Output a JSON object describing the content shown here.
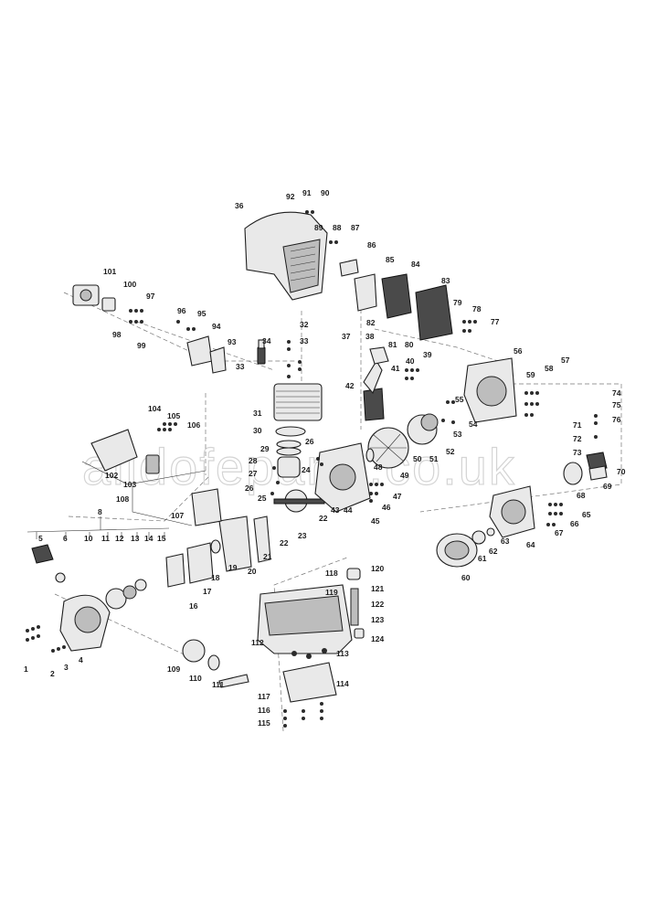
{
  "watermark": "alldofeparts.co.uk",
  "labels": [
    "1",
    "2",
    "3",
    "4",
    "5",
    "6",
    "8",
    "10",
    "11",
    "12",
    "13",
    "14",
    "15",
    "16",
    "17",
    "18",
    "19",
    "20",
    "21",
    "22",
    "22",
    "23",
    "24",
    "25",
    "26",
    "26",
    "27",
    "28",
    "29",
    "30",
    "31",
    "32",
    "33",
    "33",
    "34",
    "36",
    "37",
    "38",
    "39",
    "40",
    "41",
    "42",
    "43",
    "44",
    "45",
    "46",
    "47",
    "48",
    "49",
    "50",
    "51",
    "52",
    "53",
    "54",
    "55",
    "56",
    "57",
    "58",
    "59",
    "60",
    "61",
    "62",
    "63",
    "64",
    "65",
    "66",
    "67",
    "68",
    "69",
    "70",
    "71",
    "72",
    "73",
    "74",
    "75",
    "76",
    "77",
    "78",
    "79",
    "80",
    "81",
    "82",
    "83",
    "84",
    "85",
    "86",
    "87",
    "88",
    "89",
    "90",
    "91",
    "92",
    "93",
    "94",
    "95",
    "96",
    "97",
    "98",
    "99",
    "100",
    "101",
    "102",
    "103",
    "104",
    "105",
    "106",
    "107",
    "108",
    "109",
    "110",
    "111",
    "112",
    "113",
    "114",
    "115",
    "116",
    "117",
    "118",
    "119",
    "120",
    "121",
    "122",
    "123",
    "124"
  ]
}
